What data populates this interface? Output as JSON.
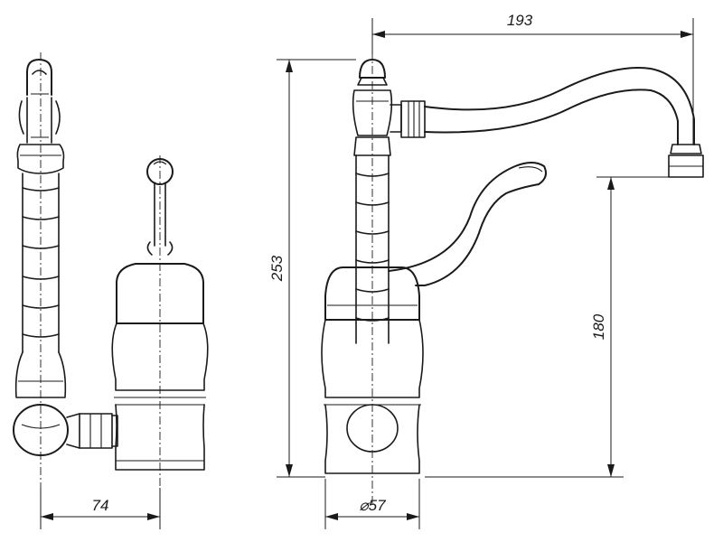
{
  "dimensions": {
    "spout_reach": "193",
    "total_height": "253",
    "spout_height": "180",
    "side_offset": "74",
    "base_diameter": "⌀57"
  }
}
